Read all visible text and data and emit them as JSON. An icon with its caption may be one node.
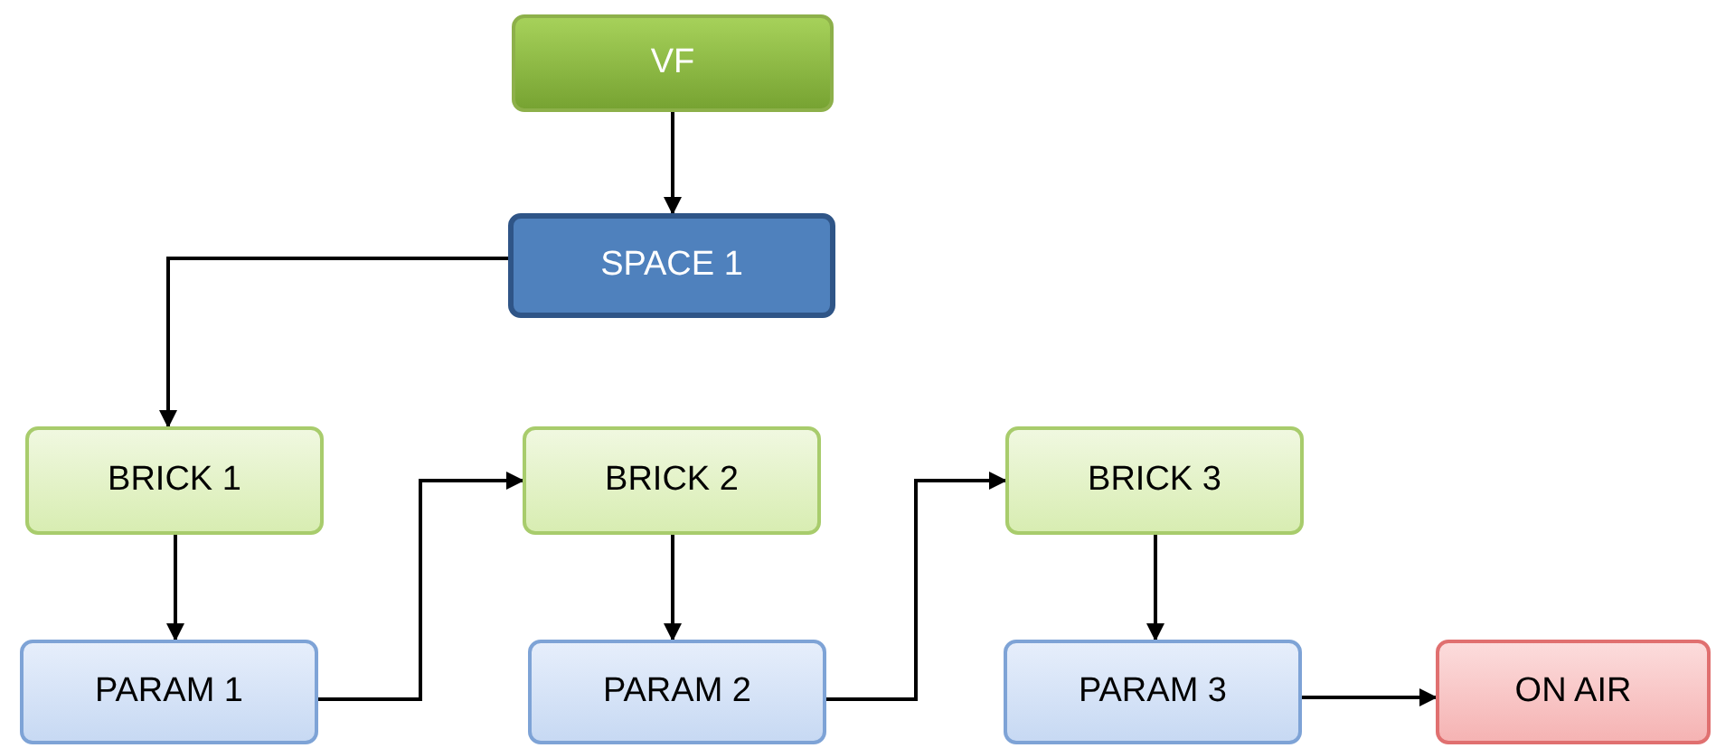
{
  "diagram": {
    "nodes": [
      {
        "text": [
          "VF"
        ]
      },
      {
        "text": [
          "SPACE 1"
        ]
      },
      {
        "text": [
          "BRICK 1"
        ]
      },
      {
        "text": [
          "BRICK 2"
        ]
      },
      {
        "text": [
          "BRICK 3"
        ]
      },
      {
        "text": [
          "PARAM 1"
        ]
      },
      {
        "text": [
          "PARAM 2"
        ]
      },
      {
        "text": [
          "PARAM 3"
        ]
      },
      {
        "text": [
          "ON AIR"
        ]
      }
    ],
    "edges": [
      {
        "from": 0,
        "to": 1,
        "arrow": "to"
      },
      {
        "from": 1,
        "to": 2,
        "arrow": "to"
      },
      {
        "from": 2,
        "to": 5,
        "arrow": "to"
      },
      {
        "from": 5,
        "to": 3,
        "arrow": "to"
      },
      {
        "from": 3,
        "to": 6,
        "arrow": "to"
      },
      {
        "from": 6,
        "to": 4,
        "arrow": "to"
      },
      {
        "from": 4,
        "to": 7,
        "arrow": "to"
      },
      {
        "from": 7,
        "to": 8,
        "arrow": "to"
      }
    ]
  }
}
